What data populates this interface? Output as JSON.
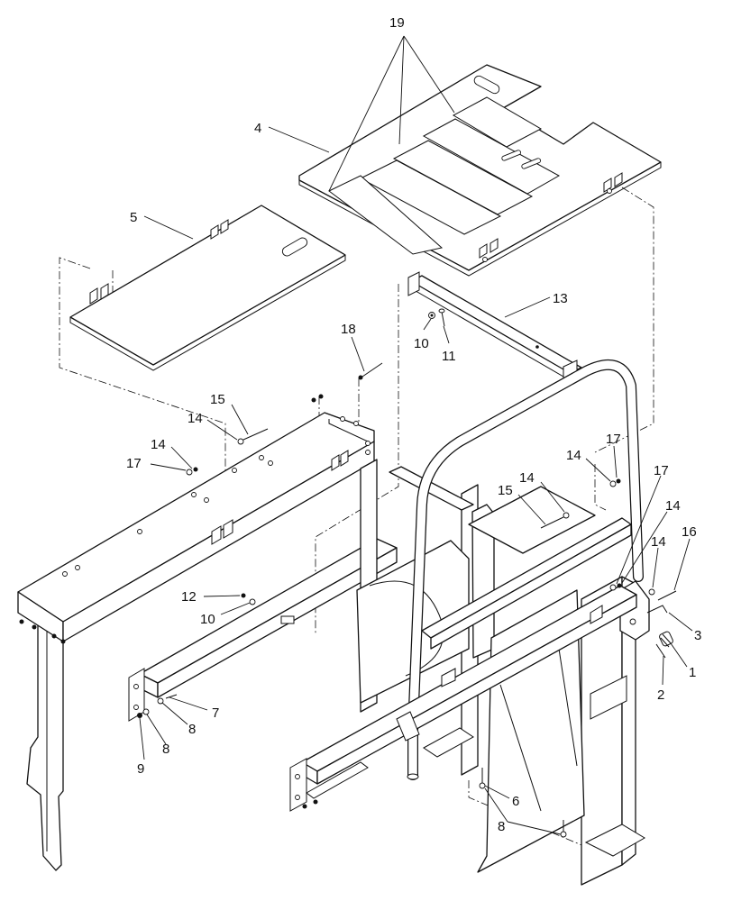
{
  "callouts": {
    "c1": "1",
    "c2": "2",
    "c3": "3",
    "c4": "4",
    "c5": "5",
    "c6": "6",
    "c7": "7",
    "c8a": "8",
    "c8b": "8",
    "c8c": "8",
    "c9": "9",
    "c10a": "10",
    "c10b": "10",
    "c11": "11",
    "c12": "12",
    "c13": "13",
    "c14a": "14",
    "c14b": "14",
    "c14c": "14",
    "c14d": "14",
    "c14e": "14",
    "c14f": "14",
    "c15a": "15",
    "c15b": "15",
    "c16": "16",
    "c17a": "17",
    "c17b": "17",
    "c17c": "17",
    "c18": "18",
    "c19": "19"
  }
}
